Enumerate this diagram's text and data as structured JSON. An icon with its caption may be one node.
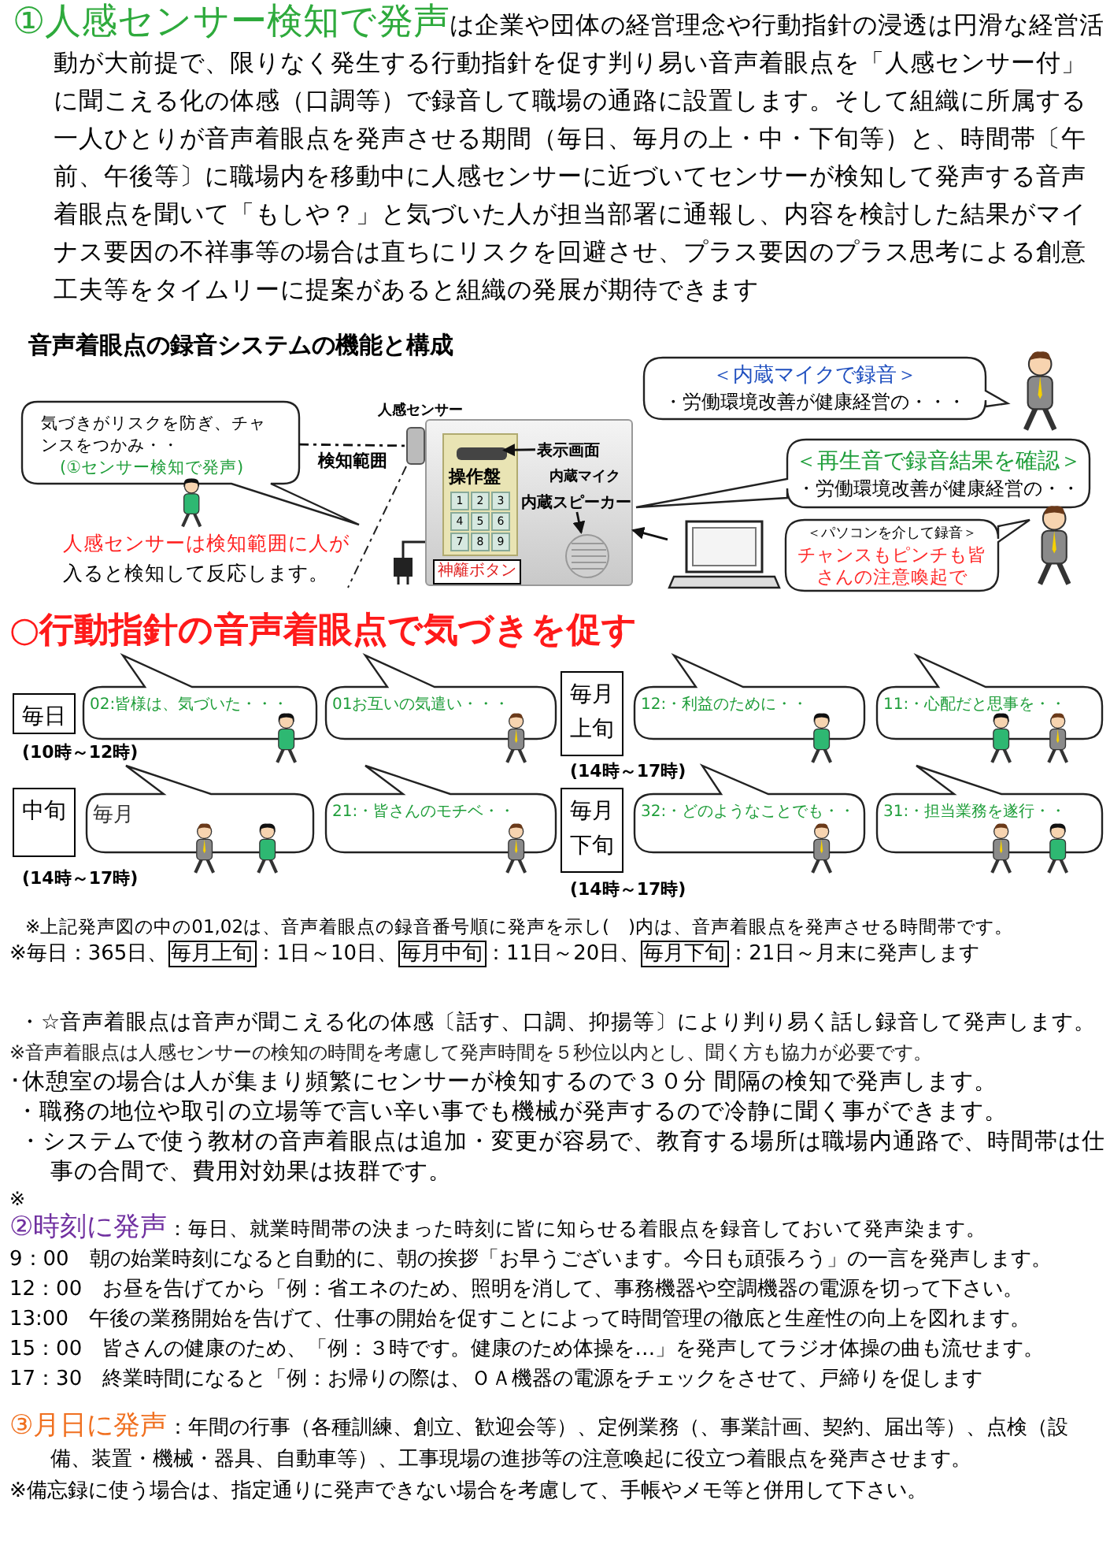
{
  "diagram": {
    "nodes": [
      {
        "text": [
          "気づきがリスクを防ぎ、チャンスをつかみ・・",
          "(①センサー検知で発声)"
        ]
      },
      {
        "text": [],
        "shape": "box",
        "beside": [
          "人感センサー"
        ]
      },
      {
        "text": [],
        "shape": "box"
      },
      {
        "text": [
          "操作盤"
        ],
        "in": 2
      },
      {
        "text": [],
        "shape": "box",
        "in": 3
      },
      {
        "text": [
          "表示画面"
        ],
        "in": 2
      },
      {
        "text": [],
        "shape": "circle",
        "in": 2
      },
      {
        "text": [
          "内蔵スピーカー"
        ],
        "in": 2
      },
      {
        "text": [
          "神籬ボタン"
        ],
        "in": 2
      },
      {
        "text": [],
        "shape": "picture"
      },
      {
        "text": [
          "＜内蔵マイクで録音＞",
          "・労働環境改善が健康経営の・・・"
        ]
      },
      {
        "text": [
          "＜再生音で録音結果を確認＞",
          "・労働環境改善が健康経営の・・"
        ]
      },
      {
        "text": [
          "＜パソコンを介して録音＞",
          "チャンスもピンチも皆さんの注意喚起で"
        ]
      },
      {
        "text": [
          "毎日"
        ],
        "beside": [
          "(10時～12時)"
        ]
      },
      {
        "text": [
          "02:皆様は、気づいた・・・"
        ]
      },
      {
        "text": [
          "01お互いの気遣い・・・"
        ]
      },
      {
        "text": [
          "毎月上旬"
        ],
        "beside": [
          "(14時～17時)"
        ]
      },
      {
        "text": [
          "12:・利益のために・・"
        ]
      },
      {
        "text": [
          "11:・心配だと思事を・・"
        ]
      },
      {
        "text": [
          "中旬"
        ],
        "beside": [
          "(14時～17時)"
        ]
      },
      {
        "text": [
          "毎月"
        ]
      },
      {
        "text": [
          "21:・皆さんのモチベ・・"
        ]
      },
      {
        "text": [
          "毎月下旬"
        ],
        "beside": [
          "(14時～17時)"
        ]
      },
      {
        "text": [
          "32:・どのようなことでも・・"
        ]
      },
      {
        "text": [
          "31:・担当業務を遂行・・"
        ]
      }
    ],
    "edges": [
      {
        "from": 0,
        "to": 1,
        "arrow": "none",
        "style": "dashed",
        "label": "検知範囲"
      },
      {
        "from": 5,
        "to": 4,
        "arrow": "to"
      },
      {
        "from": 7,
        "to": 6,
        "arrow": "to"
      },
      {
        "from": 9,
        "to": 2,
        "arrow": "to"
      }
    ],
    "labels": [
      "①人感センサー検知で発声",
      "は企業や団体の経営理念や行動指針の浸透は円滑な経営活動が大前提で、限りなく発生する行動指針を促す判り易い音声着眼点を「人感センサー付」に聞こえる化の体感（口調等）で録音して職場の通路に設置します。そして組織に所属する一人ひとりが音声着眼点を発声させる期間（毎日、毎月の上・中・下旬等）と、時間帯〔午前、午後等〕に職場内を移動中に人感センサーに近づいてセンサーが検知して発声する音声着眼点を聞いて「もしや？」と気づいた人が担当部署に通報し、内容を検討した結果がマイナス要因の不祥事等の場合は直ちにリスクを回避させ、プラス要因のプラス思考による創意工夫等をタイムリーに提案があると組織の発展が期待できます",
      "音声着眼点の録音システムの機能と構成",
      "内蔵マイク",
      "1",
      "2",
      "3",
      "4",
      "5",
      "6",
      "7",
      "8",
      "9",
      "人感センサーは検知範囲に人が",
      "入ると検知して反応します。",
      "○行動指針の音声着眼点で気づきを促す",
      "※上記発声図の中の01,02は、音声着眼点の録音番号順に発声を示し(　)内は、音声着眼点を発声させる時間帯です。",
      "※毎日：365日、",
      "毎月上旬",
      "：1日～10日、",
      "毎月中旬",
      "：11日～20日、",
      "毎月下旬",
      "：21日～月末に発声します",
      "・☆音声着眼点は音声が聞こえる化の体感〔話す、口調、抑揚等〕により判り易く話し録音して発声します。",
      "※音声着眼点は人感センサーの検知の時間を考慮して発声時間を５秒位以内とし、聞く方も協力が必要です。",
      "･休憩室の場合は人が集まり頻繁にセンサーが検知するので３０分 間隔の検知で発声します。",
      "・職務の地位や取引の立場等で言い辛い事でも機械が発声するので冷静に聞く事ができます。",
      "・システムで使う教材の音声着眼点は追加・変更が容易で、教育する場所は職場内通路で、時間帯は仕事の合間で、費用対効果は抜群です。",
      "※",
      "②時刻に発声",
      "：毎日、就業時間帯の決まった時刻に皆に知らせる着眼点を録音しておいて発声染ます。",
      "9：00　朝の始業時刻になると自動的に、朝の挨拶「お早うございます。今日も頑張ろう」の一言を発声します。",
      "12：00　お昼を告げてから「例：省エネのため、照明を消して、事務機器や空調機器の電源を切って下さい。",
      "13:00　午後の業務開始を告げて、仕事の開始を促すことによって時間管理の徹底と生産性の向上を図れます。",
      "15：00　皆さんの健康のため、「例：３時です。健康のため体操を…」を発声してラジオ体操の曲も流せます。",
      "17：30　終業時間になると「例：お帰りの際は、ＯＡ機器の電源をチェックをさせて、戸締りを促します",
      "③月日に発声",
      "：年間の行事（各種訓練、創立、歓迎会等）、定例業務（、事業計画、契約、届出等）、点検（設備、装置・機械・器具、自動車等）、工事現場の進捗等の注意喚起に役立つ着眼点を発声させます。",
      "※備忘録に使う場合は、指定通りに発声できない場合を考慮して、手帳やメモ等と併用して下さい。"
    ]
  }
}
